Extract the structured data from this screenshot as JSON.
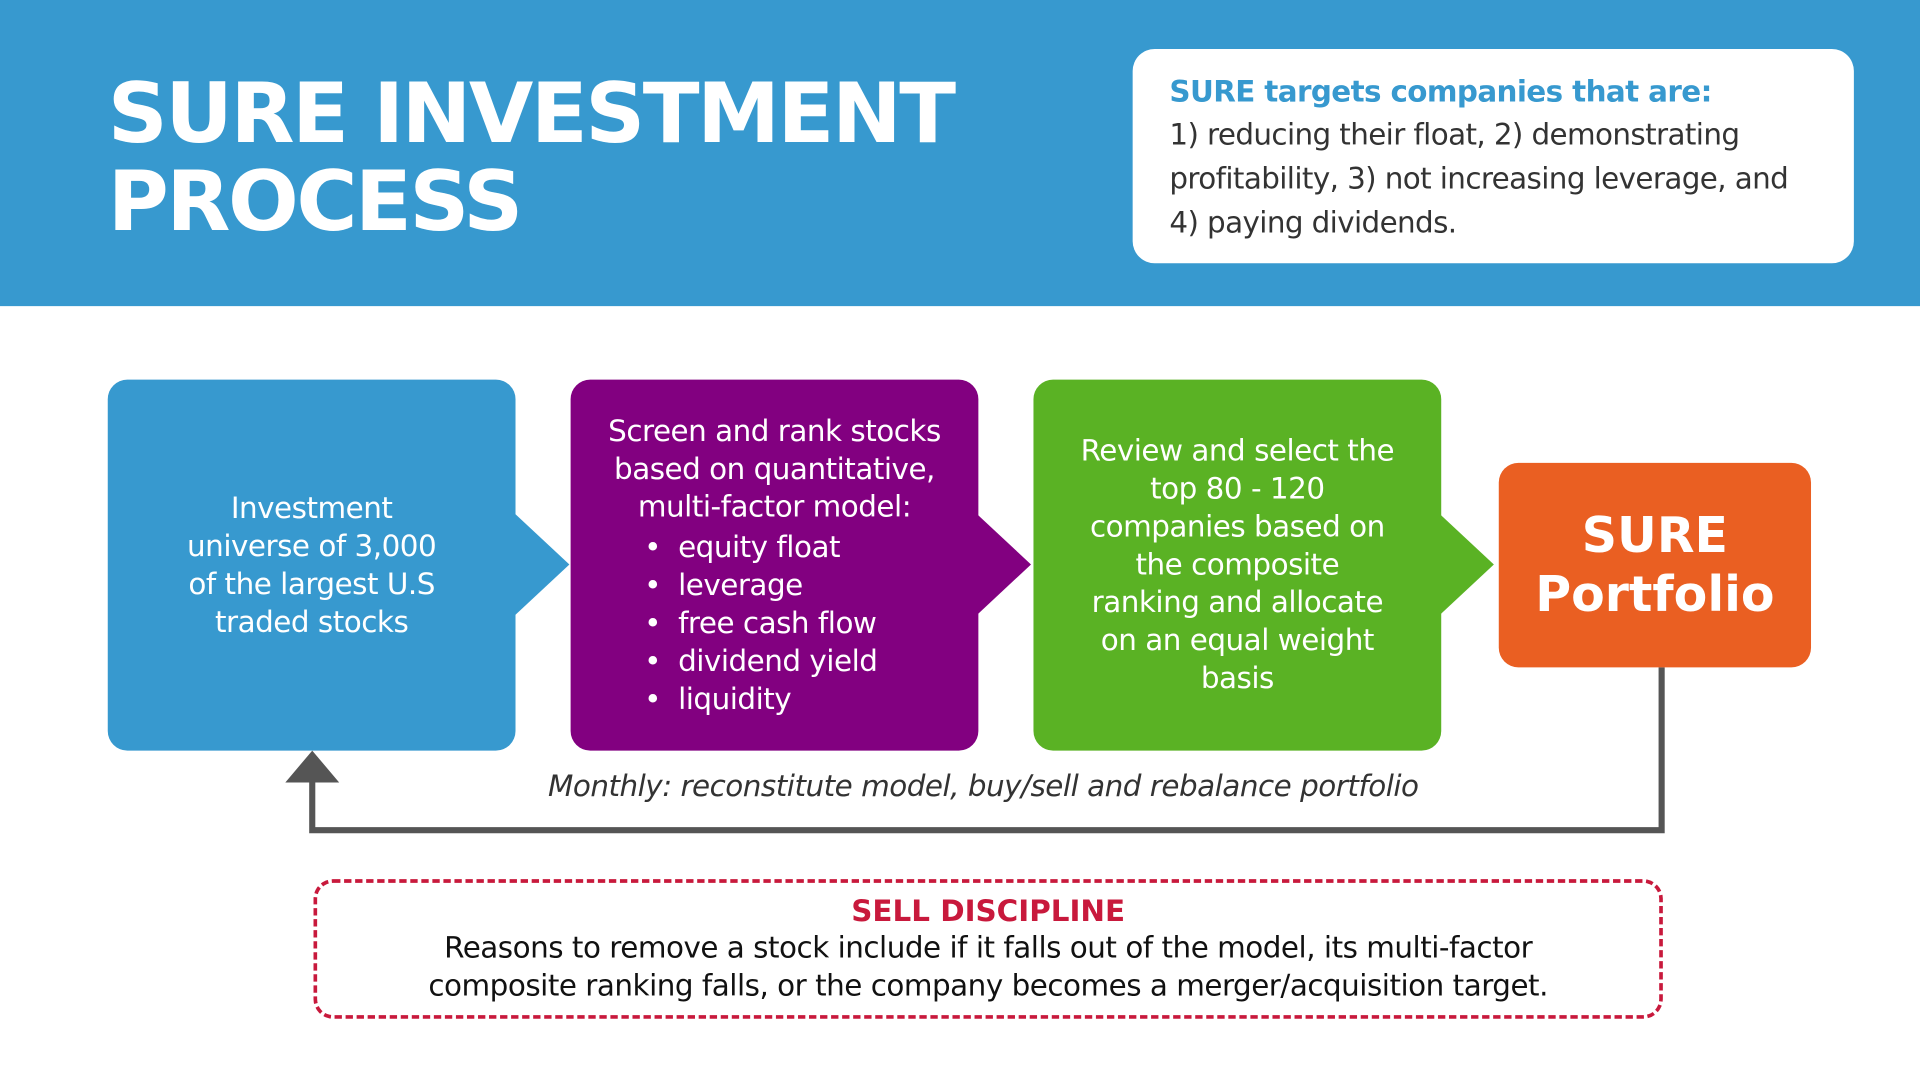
{
  "header": {
    "title_line1": "SURE INVESTMENT",
    "title_line2": "PROCESS"
  },
  "summary": {
    "heading": "SURE targets companies that are:",
    "line1": "1) reducing their float, 2) demonstrating",
    "line2": "profitability, 3) not increasing leverage, and",
    "line3": "4) paying dividends."
  },
  "steps": [
    {
      "lines": [
        "Investment",
        "universe of 3,000",
        "of the largest U.S",
        "traded stocks"
      ]
    },
    {
      "lines": [
        "Screen and rank stocks",
        "based on quantitative,",
        "multi-factor model:"
      ],
      "bullets": [
        "equity float",
        "leverage",
        "free cash flow",
        "dividend yield",
        "liquidity"
      ]
    },
    {
      "lines": [
        "Review and select the",
        "top 80 - 120",
        "companies based on",
        "the composite",
        "ranking and allocate",
        "on an equal weight",
        "basis"
      ]
    }
  ],
  "portfolio": {
    "line1": "SURE",
    "line2": "Portfolio"
  },
  "loop_label": "Monthly: reconstitute model, buy/sell and rebalance portfolio",
  "sell": {
    "heading": "SELL DISCIPLINE",
    "line1": "Reasons to remove a stock include if it falls out of the model, its multi-factor",
    "line2": "composite ranking falls, or the company becomes a merger/acquisition target."
  },
  "colors": {
    "blue": "#3799cf",
    "purple": "#820080",
    "green": "#5ab224",
    "orange": "#ea5f22",
    "red": "#c8193c"
  }
}
